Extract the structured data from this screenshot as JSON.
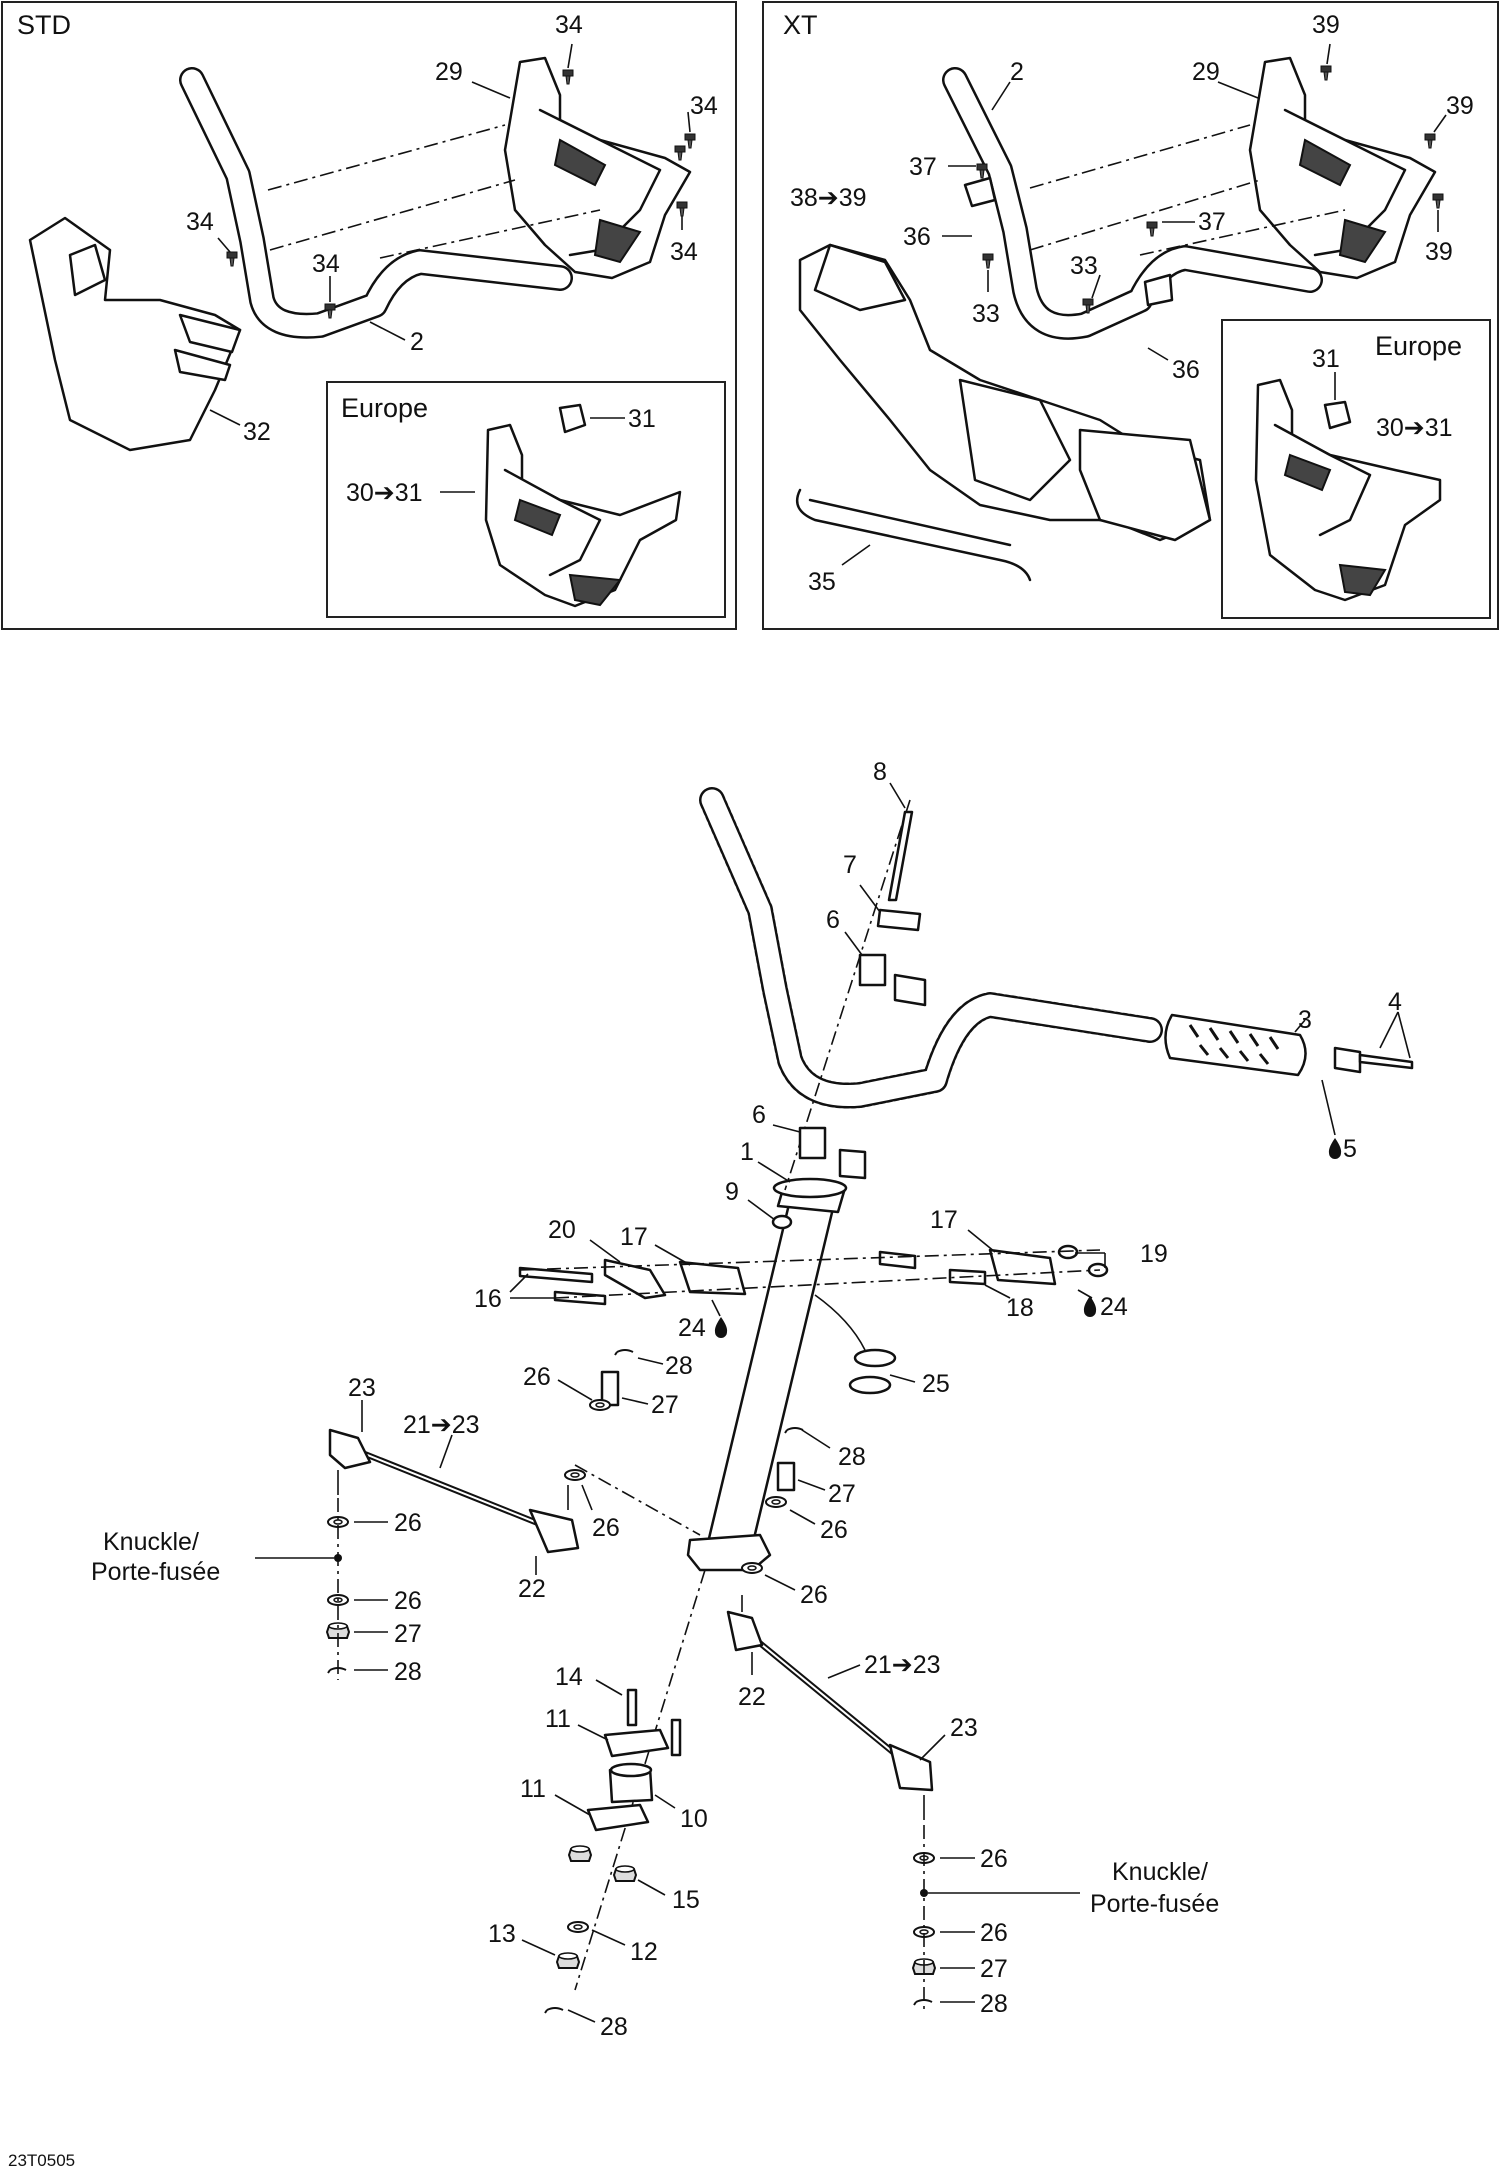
{
  "drawing_code": "23T0505",
  "panels": {
    "std": {
      "title": "STD",
      "inset_title": "Europe"
    },
    "xt": {
      "title": "XT",
      "inset_title": "Europe"
    }
  },
  "labels": {
    "std": {
      "l34a": "34",
      "l29": "29",
      "l34b": "34",
      "l34c": "34",
      "l34d": "34",
      "l34e": "34",
      "l2": "2",
      "l32": "32",
      "l31": "31",
      "l30_31": "30➔31"
    },
    "xt": {
      "l39a": "39",
      "l2": "2",
      "l29": "29",
      "l39b": "39",
      "l37a": "37",
      "l38_39": "38➔39",
      "l36a": "36",
      "l37b": "37",
      "l33a": "33",
      "l33b": "33",
      "l39c": "39",
      "l36b": "36",
      "l35": "35",
      "l31": "31",
      "l30_31": "30➔31"
    },
    "main": {
      "l8": "8",
      "l7": "7",
      "l6a": "6",
      "l3": "3",
      "l4": "4",
      "l5": "5",
      "l6b": "6",
      "l1": "1",
      "l9": "9",
      "l20": "20",
      "l17a": "17",
      "l17b": "17",
      "l19": "19",
      "l16": "16",
      "l24a": "24",
      "l18": "18",
      "l24b": "24",
      "l28a": "28",
      "l26a": "26",
      "l27a": "27",
      "l25": "25",
      "l23a": "23",
      "l21_23a": "21➔23",
      "l28b": "28",
      "l27b": "27",
      "l26b": "26",
      "l26c": "26",
      "l26d": "26",
      "l22a": "22",
      "l26e": "26",
      "l26f": "26",
      "l27c": "27",
      "l28c": "28",
      "l21_23b": "21➔23",
      "l22b": "22",
      "l14": "14",
      "l23b": "23",
      "l11a": "11",
      "l11b": "11",
      "l10": "10",
      "l15": "15",
      "l26g": "26",
      "l26h": "26",
      "l27d": "27",
      "l28d": "28",
      "l13": "13",
      "l12": "12",
      "l28e": "28"
    },
    "knuckle_left": {
      "line1": "Knuckle/",
      "line2": "Porte-fusée"
    },
    "knuckle_right": {
      "line1": "Knuckle/",
      "line2": "Porte-fusée"
    }
  }
}
